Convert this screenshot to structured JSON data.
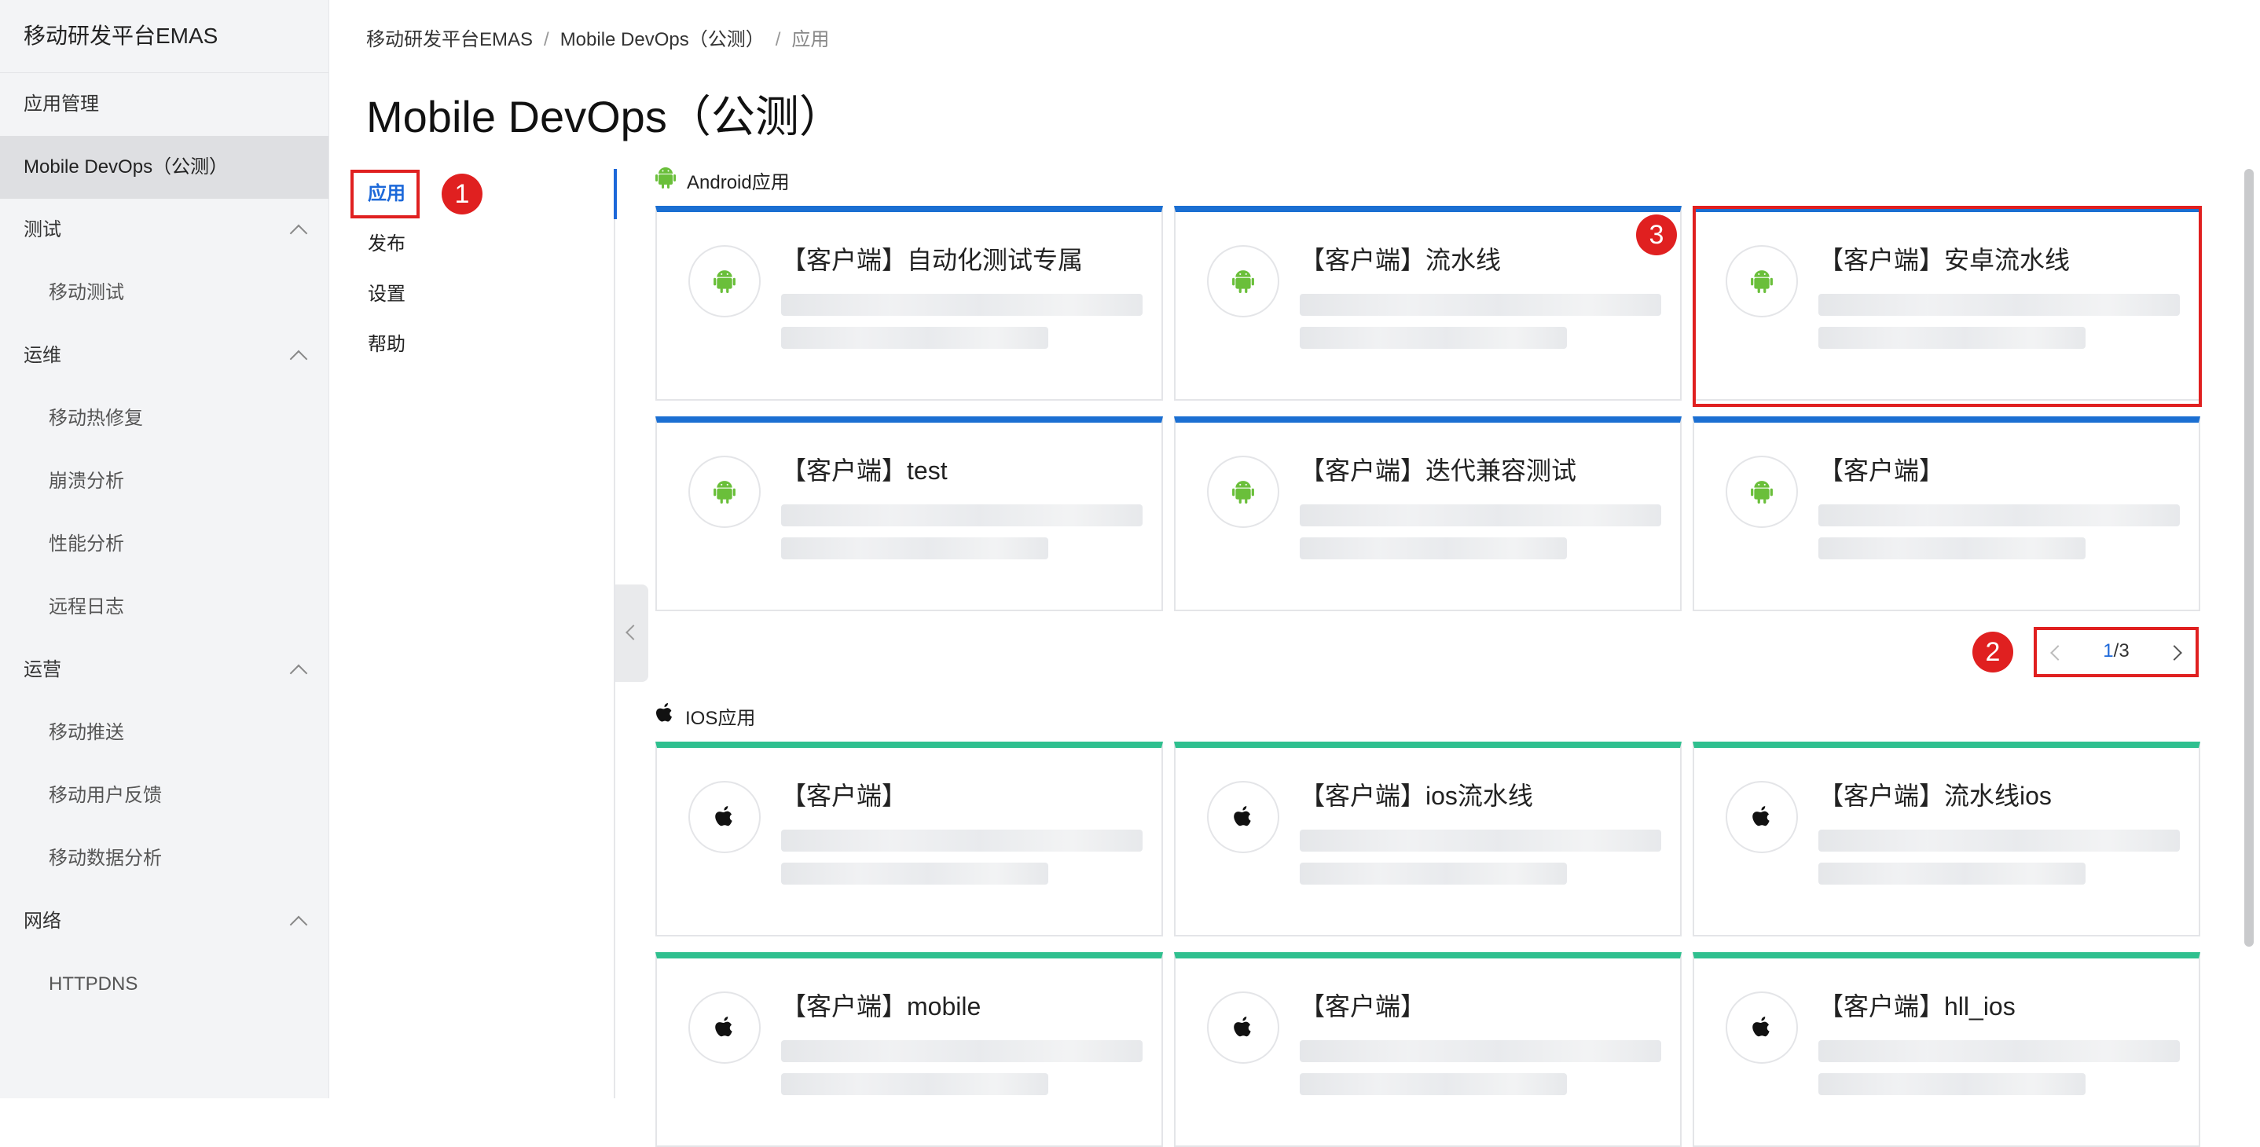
{
  "sidebar": {
    "title": "移动研发平台EMAS",
    "items": [
      {
        "label": "应用管理",
        "type": "item"
      },
      {
        "label": "Mobile DevOps（公测）",
        "type": "active"
      },
      {
        "label": "测试",
        "type": "group"
      },
      {
        "label": "移动测试",
        "type": "sub"
      },
      {
        "label": "运维",
        "type": "group"
      },
      {
        "label": "移动热修复",
        "type": "sub"
      },
      {
        "label": "崩溃分析",
        "type": "sub"
      },
      {
        "label": "性能分析",
        "type": "sub"
      },
      {
        "label": "远程日志",
        "type": "sub"
      },
      {
        "label": "运营",
        "type": "group"
      },
      {
        "label": "移动推送",
        "type": "sub"
      },
      {
        "label": "移动用户反馈",
        "type": "sub"
      },
      {
        "label": "移动数据分析",
        "type": "sub"
      },
      {
        "label": "网络",
        "type": "group"
      },
      {
        "label": "HTTPDNS",
        "type": "sub"
      }
    ]
  },
  "breadcrumb": {
    "root": "移动研发平台EMAS",
    "section": "Mobile DevOps（公测）",
    "current": "应用",
    "separator": "/"
  },
  "page_title": "Mobile DevOps（公测）",
  "subnav": {
    "items": [
      "应用",
      "发布",
      "设置",
      "帮助"
    ],
    "active": "应用"
  },
  "annotations": [
    "1",
    "2",
    "3"
  ],
  "android": {
    "heading": "Android应用",
    "icon": "android-icon",
    "apps": [
      {
        "title": "【客户端】自动化测试专属"
      },
      {
        "title": "【客户端】流水线"
      },
      {
        "title": "【客户端】安卓流水线"
      },
      {
        "title": "【客户端】test"
      },
      {
        "title": "【客户端】迭代兼容测试"
      },
      {
        "title": "【客户端】"
      }
    ]
  },
  "pagination": {
    "current": "1",
    "separator": "/",
    "total": "3"
  },
  "ios": {
    "heading": "IOS应用",
    "icon": "apple-icon",
    "apps": [
      {
        "title": "【客户端】"
      },
      {
        "title": "【客户端】ios流水线"
      },
      {
        "title": "【客户端】流水线ios"
      },
      {
        "title": "【客户端】mobile"
      },
      {
        "title": "【客户端】"
      },
      {
        "title": "【客户端】hll_ios"
      }
    ]
  },
  "colors": {
    "primary": "#1c68d9",
    "android_bar": "#1b6fd2",
    "ios_bar": "#2fc08f",
    "android_icon": "#6abf3a",
    "annotation": "#e02020"
  }
}
